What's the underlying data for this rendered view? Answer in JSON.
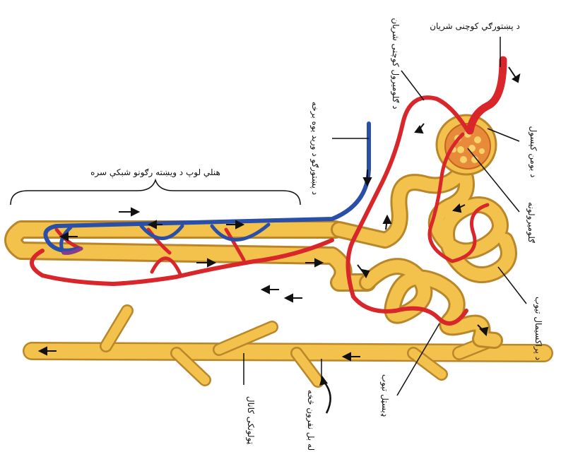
{
  "labels": {
    "afferent": "د پښتورګي کوچنی شریان",
    "efferent": "د ګلومیرول کوچنی شریان",
    "vein": "د پښتورګو د ورید یوه برخه",
    "peritubular": "هنلي لوپ د ویښته رګونو شبکې سره",
    "bowman": "د بومن کپسول",
    "glomerulus": "ګلومیرولونه",
    "proximal": "د پراکسیمال تیوب",
    "distal": "ډیسټل تیوب",
    "collecting_branch": "له بل نفرون څخه",
    "collecting_duct": "ټولونکی کانال"
  },
  "colors": {
    "tubule": "#f3c24d",
    "tubule_edge": "#b9862a",
    "artery": "#d9262a",
    "vein": "#2a4fa8",
    "capillary_mix": "#8a3a8c",
    "arrow": "#111111"
  }
}
